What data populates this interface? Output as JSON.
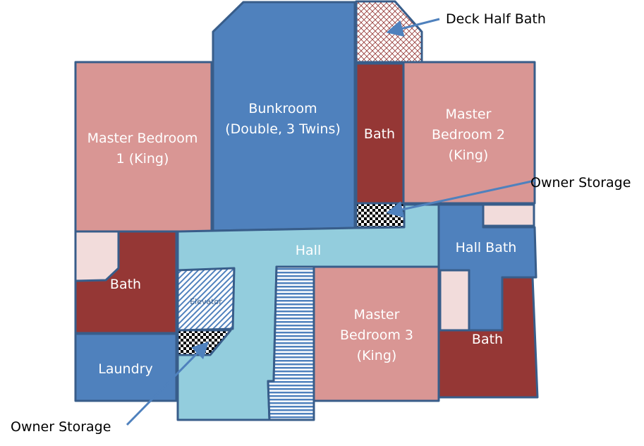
{
  "colors": {
    "bedroom": "#D99694",
    "blue_room": "#4F81BD",
    "bath": "#953735",
    "hall": "#93CDDD",
    "closet": "#F2DCDB",
    "outline": "#385D8A"
  },
  "rooms": {
    "master1": [
      "Master Bedroom",
      "1 (King)"
    ],
    "bunkroom": [
      "Bunkroom",
      "(Double, 3 Twins)"
    ],
    "bath_upper": "Bath",
    "master2": [
      "Master",
      "Bedroom 2",
      "(King)"
    ],
    "hall": "Hall",
    "hall_bath": "Hall Bath",
    "bath_left": "Bath",
    "elevator": "Elevator",
    "master3": [
      "Master",
      "Bedroom 3",
      "(King)"
    ],
    "laundry": "Laundry",
    "bath_right": "Bath"
  },
  "callouts": {
    "deck_half_bath": "Deck Half Bath",
    "owner_storage_right": "Owner Storage",
    "owner_storage_bottom": "Owner Storage"
  }
}
